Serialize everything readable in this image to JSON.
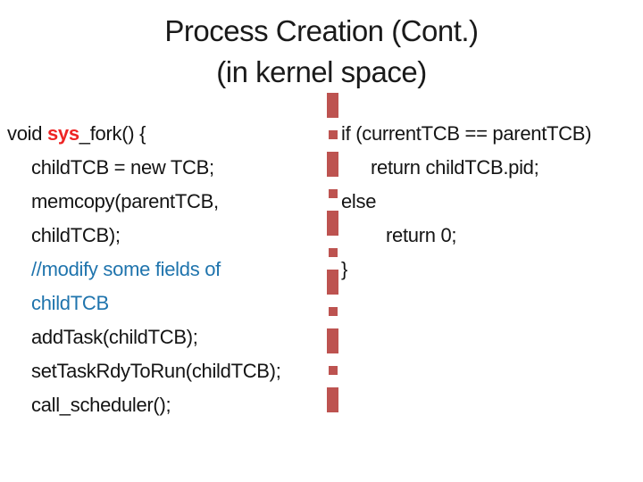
{
  "title": {
    "line1": "Process Creation (Cont.)",
    "line2": "(in kernel space)"
  },
  "left_code": {
    "signature": {
      "prefix": "void ",
      "keyword": "sys",
      "suffix": "_fork() {"
    },
    "lines": [
      "childTCB = new TCB;",
      "memcopy(parentTCB,",
      "childTCB);",
      "//modify some fields of",
      "childTCB",
      "addTask(childTCB);",
      "setTaskRdyToRun(childTCB);",
      "call_scheduler();"
    ]
  },
  "right_code": {
    "lines": [
      "if (currentTCB == parentTCB)",
      "return childTCB.pid;",
      "else",
      "return 0;",
      "}"
    ]
  },
  "colors": {
    "background": "#ffffff",
    "title_text": "#1a1a1a",
    "code_text": "#141414",
    "keyword_red": "#ee2424",
    "comment_blue": "#1f74ad",
    "divider_red": "#bd5350"
  }
}
